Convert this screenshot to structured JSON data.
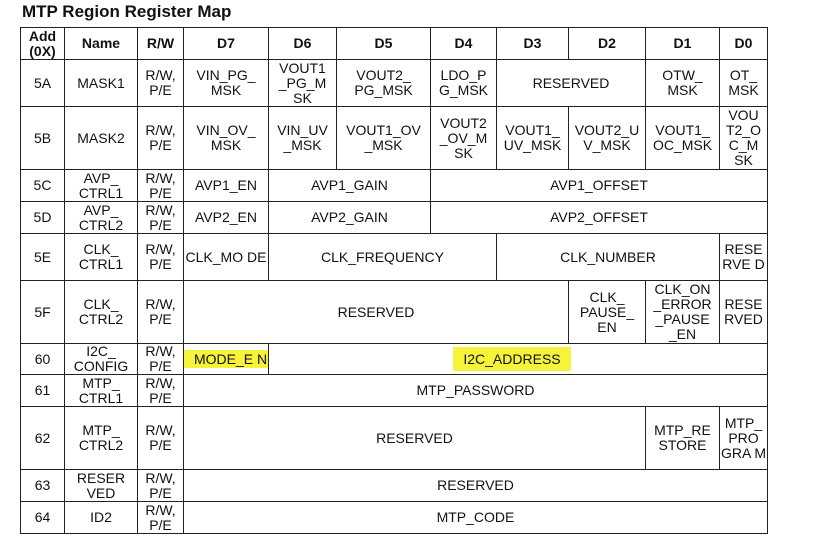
{
  "title": "MTP Region Register Map",
  "headers": [
    "Add (0X)",
    "Name",
    "R/W",
    "D7",
    "D6",
    "D5",
    "D4",
    "D3",
    "D2",
    "D1",
    "D0"
  ],
  "rows": [
    {
      "addr": "5A",
      "name": "MASK1",
      "rw": "R/W, P/E",
      "cells": [
        "VIN_PG_ MSK",
        "VOUT1 _PG_M SK",
        "VOUT2_ PG_MSK",
        "LDO_P G_MSK",
        "RESERVED",
        "OTW_ MSK",
        "OT_ MSK"
      ]
    },
    {
      "addr": "5B",
      "name": "MASK2",
      "rw": "R/W, P/E",
      "cells": [
        "VIN_OV_ MSK",
        "VIN_UV _MSK",
        "VOUT1_OV _MSK",
        "VOUT2 _OV_M SK",
        "VOUT1_ UV_MSK",
        "VOUT2_U V_MSK",
        "VOUT1_ OC_MSK",
        "VOU T2_O C_M SK"
      ]
    },
    {
      "addr": "5C",
      "name": "AVP_ CTRL1",
      "rw": "R/W, P/E",
      "cells": [
        "AVP1_EN",
        "AVP1_GAIN",
        "AVP1_OFFSET"
      ]
    },
    {
      "addr": "5D",
      "name": "AVP_ CTRL2",
      "rw": "R/W, P/E",
      "cells": [
        "AVP2_EN",
        "AVP2_GAIN",
        "AVP2_OFFSET"
      ]
    },
    {
      "addr": "5E",
      "name": "CLK_ CTRL1",
      "rw": "R/W, P/E",
      "cells": [
        "CLK_MO DE",
        "CLK_FREQUENCY",
        "CLK_NUMBER",
        "RESE RVE D"
      ]
    },
    {
      "addr": "5F",
      "name": "CLK_ CTRL2",
      "rw": "R/W, P/E",
      "cells": [
        "RESERVED",
        "CLK_ PAUSE_ EN",
        "CLK_ON _ERROR _PAUSE _EN",
        "RESE RVED"
      ]
    },
    {
      "addr": "60",
      "name": "I2C_ CONFIG",
      "rw": "R/W, P/E",
      "cells": [
        "MODE_E N",
        "I2C_ADDRESS"
      ]
    },
    {
      "addr": "61",
      "name": "MTP_ CTRL1",
      "rw": "R/W, P/E",
      "cells": [
        "MTP_PASSWORD"
      ]
    },
    {
      "addr": "62",
      "name": "MTP_ CTRL2",
      "rw": "R/W, P/E",
      "cells": [
        "RESERVED",
        "MTP_RE STORE",
        "MTP_ PRO GRA M"
      ]
    },
    {
      "addr": "63",
      "name": "RESER VED",
      "rw": "R/W, P/E",
      "cells": [
        "RESERVED"
      ]
    },
    {
      "addr": "64",
      "name": "ID2",
      "rw": "R/W, P/E",
      "cells": [
        "MTP_CODE"
      ]
    }
  ],
  "highlight_color": "#f7f23a"
}
